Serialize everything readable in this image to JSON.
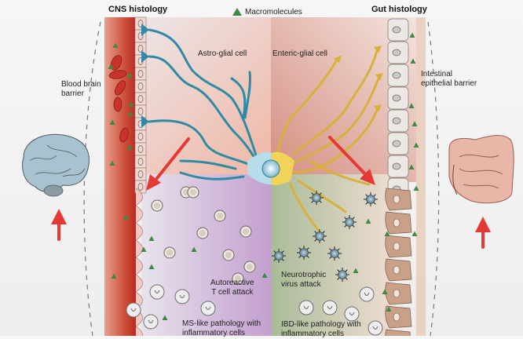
{
  "figure": {
    "left_panel_title": "CNS histology",
    "right_panel_title": "Gut histology",
    "legend": {
      "icon": "triangle-icon",
      "label": "Macromolecules",
      "color": "#3d8a45"
    },
    "labels": {
      "blood_brain_barrier": [
        "Blood brain",
        "barrier"
      ],
      "intestinal_barrier": [
        "Intestinal",
        "epithelial barrier"
      ],
      "astro_glial": "Astro-glial cell",
      "enteric_glial": "Enteric-glial cell",
      "autoreactive": [
        "Autoreactive",
        "T cell attack"
      ],
      "neurotrophic": [
        "Neurotrophic",
        "virus attack"
      ],
      "ms_pathology": [
        "MS-like pathology with",
        "inflammatory cells"
      ],
      "ibd_pathology": [
        "IBD-like pathology with",
        "inflammatory cells"
      ]
    },
    "colors": {
      "blood_vessel": "#c8362b",
      "astro_glia": "#2f8ba3",
      "enteric_glia": "#e4c24a",
      "annotation_arrow": "#e53935",
      "ms_zone": "#c9a9d3",
      "ibd_zone": "#b9c7a6"
    },
    "annotations": [
      {
        "type": "arrow",
        "target": "blood-brain-barrier"
      },
      {
        "type": "arrow",
        "target": "intestinal-epithelial-barrier"
      },
      {
        "type": "arrow",
        "target": "brain"
      },
      {
        "type": "arrow",
        "target": "intestine"
      }
    ]
  }
}
